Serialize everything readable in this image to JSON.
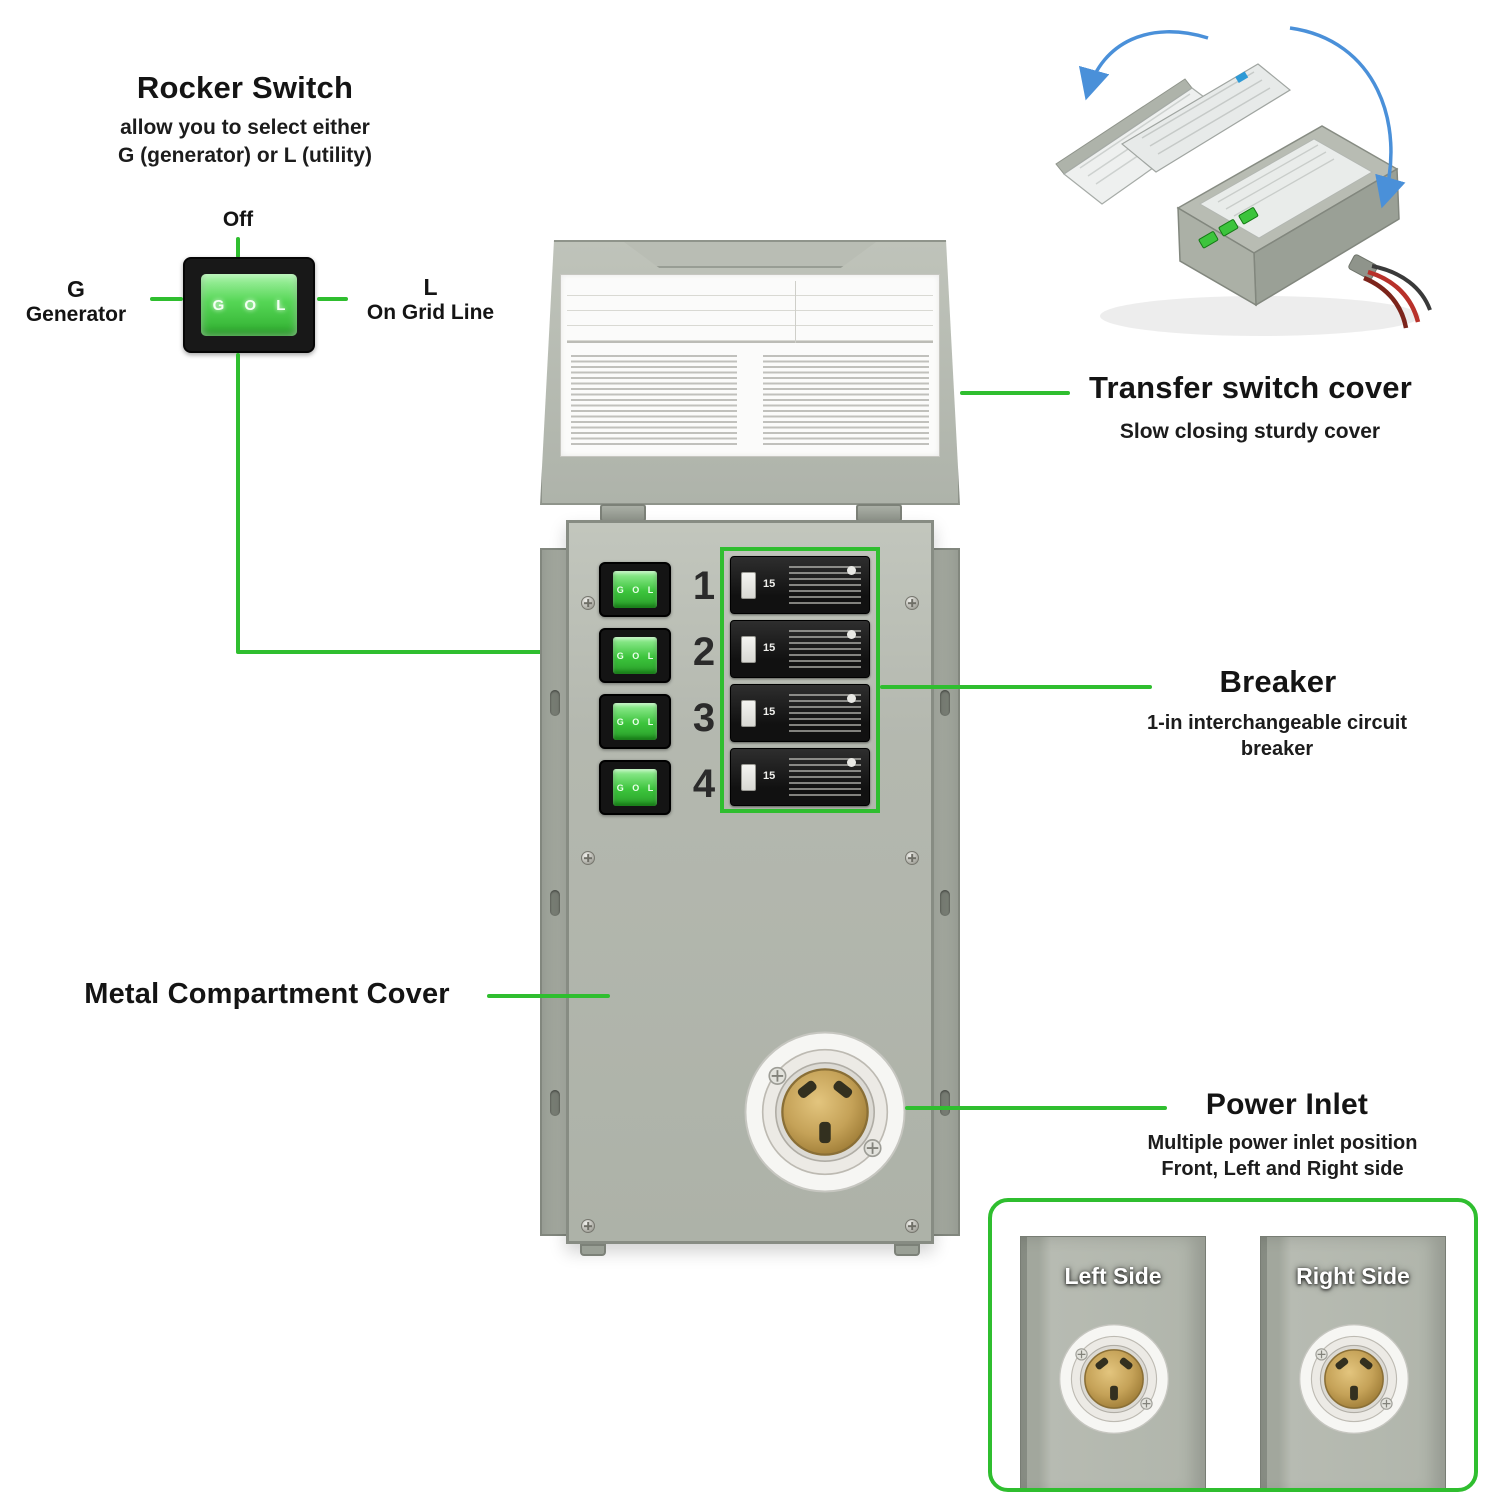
{
  "colors": {
    "accent_green": "#2fbe2f",
    "arrow_blue": "#4a90d9",
    "metal_gray": "#b4b8af",
    "switch_green": "#3cc43c"
  },
  "rocker_callout": {
    "title": "Rocker Switch",
    "subtitle": "allow you to select either\nG (generator) or L (utility)",
    "off_label": "Off",
    "left_label": "G",
    "left_sublabel": "Generator",
    "right_label": "L",
    "right_sublabel": "On Grid Line",
    "rocker_letters": "G O L"
  },
  "transfer_cover_callout": {
    "title": "Transfer switch cover",
    "subtitle": "Slow closing sturdy cover"
  },
  "breaker_callout": {
    "title": "Breaker",
    "subtitle": "1-in interchangeable circuit\nbreaker"
  },
  "metal_cover_callout": {
    "title": "Metal Compartment Cover"
  },
  "power_inlet_callout": {
    "title": "Power Inlet",
    "subtitle": "Multiple power inlet position\nFront, Left and Right side"
  },
  "side_views": {
    "left_label": "Left Side",
    "right_label": "Right Side"
  },
  "main_unit": {
    "circuit_numbers": [
      "1",
      "2",
      "3",
      "4"
    ],
    "rocker_letters": "G O L",
    "breaker_rating": "15"
  }
}
